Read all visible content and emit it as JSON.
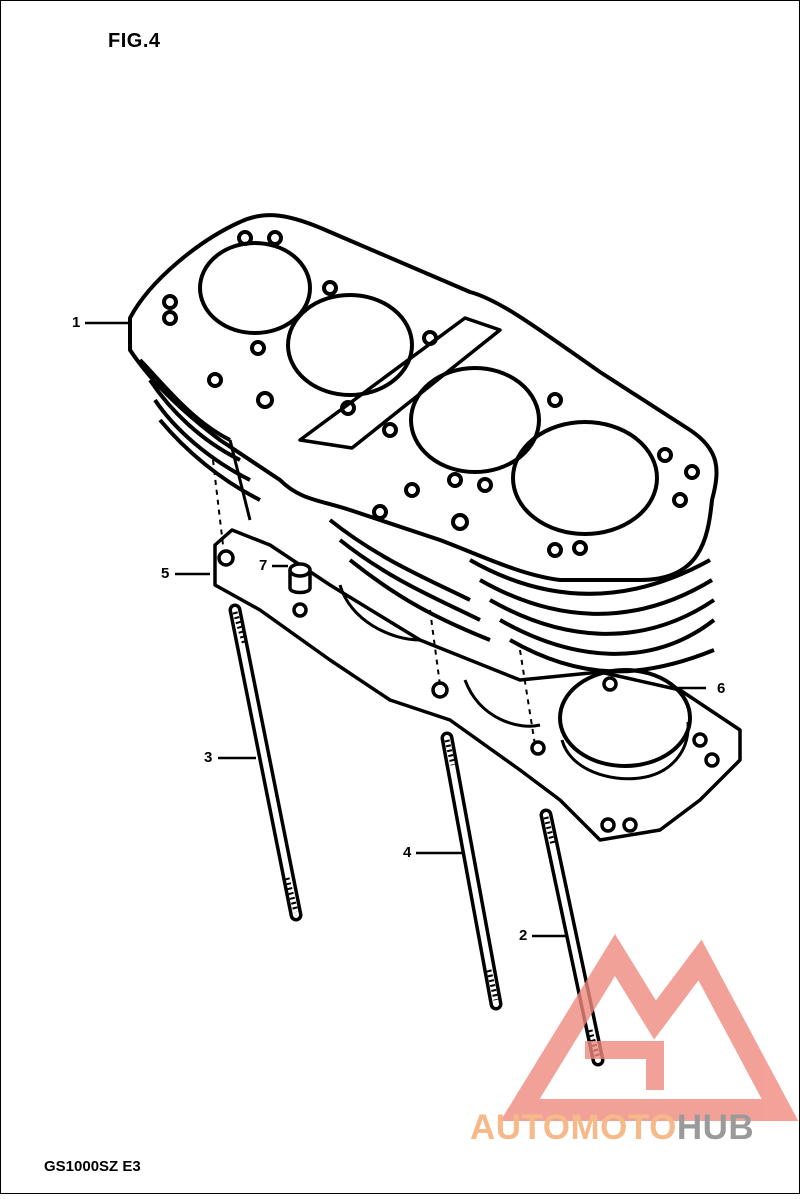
{
  "figure": {
    "title": "FIG.4",
    "model_code": "GS1000SZ E3"
  },
  "callouts": [
    {
      "id": "1",
      "label": "1"
    },
    {
      "id": "2",
      "label": "2"
    },
    {
      "id": "3",
      "label": "3"
    },
    {
      "id": "4",
      "label": "4"
    },
    {
      "id": "5",
      "label": "5"
    },
    {
      "id": "6",
      "label": "6"
    },
    {
      "id": "7",
      "label": "7"
    }
  ],
  "watermark": {
    "part1": "AUTOMOTO",
    "part2": "HUB",
    "colors": {
      "logo": "#f08a80",
      "text1": "#f5b98a",
      "text2": "#9a9a9a"
    }
  },
  "colors": {
    "line": "#000000",
    "background": "#ffffff"
  }
}
